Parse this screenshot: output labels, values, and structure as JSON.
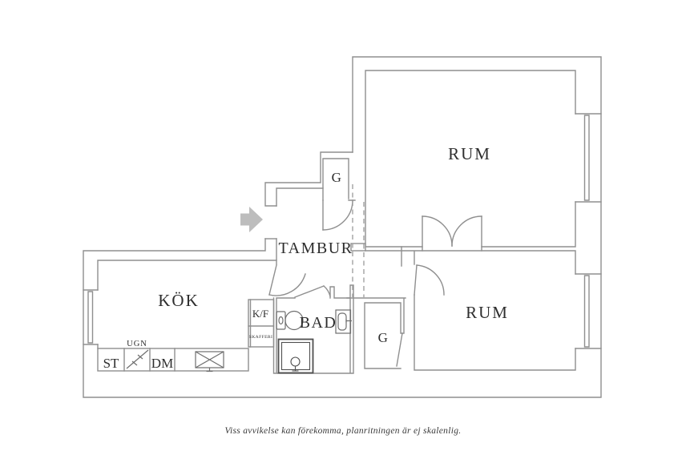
{
  "floorplan": {
    "rooms": [
      {
        "id": "rum-top",
        "label": "RUM"
      },
      {
        "id": "rum-bottom",
        "label": "RUM"
      },
      {
        "id": "tambur",
        "label": "TAMBUR"
      },
      {
        "id": "kok",
        "label": "KÖK"
      },
      {
        "id": "bad",
        "label": "BAD"
      },
      {
        "id": "closet-top",
        "label": "G"
      },
      {
        "id": "closet-bottom",
        "label": "G"
      }
    ],
    "fixtures": [
      {
        "id": "fridge-freezer",
        "label": "K/F"
      },
      {
        "id": "pantry",
        "label": "SKAFFERI"
      },
      {
        "id": "oven",
        "label": "UGN"
      },
      {
        "id": "st-cabinet",
        "label": "ST"
      },
      {
        "id": "dishwasher",
        "label": "DM"
      }
    ],
    "caption": "Viss avvikelse kan förekomma, planritningen är ej skalenlig.",
    "colors": {
      "background": "#ffffff",
      "wall_line": "#8f8f8f",
      "fixture_line": "#6f6f6f",
      "shower_line": "#4f4f4f",
      "dashed_opening": "#9a9a9a",
      "text": "#2e2e2e",
      "entrance_arrow": "#bdbdbd"
    }
  }
}
